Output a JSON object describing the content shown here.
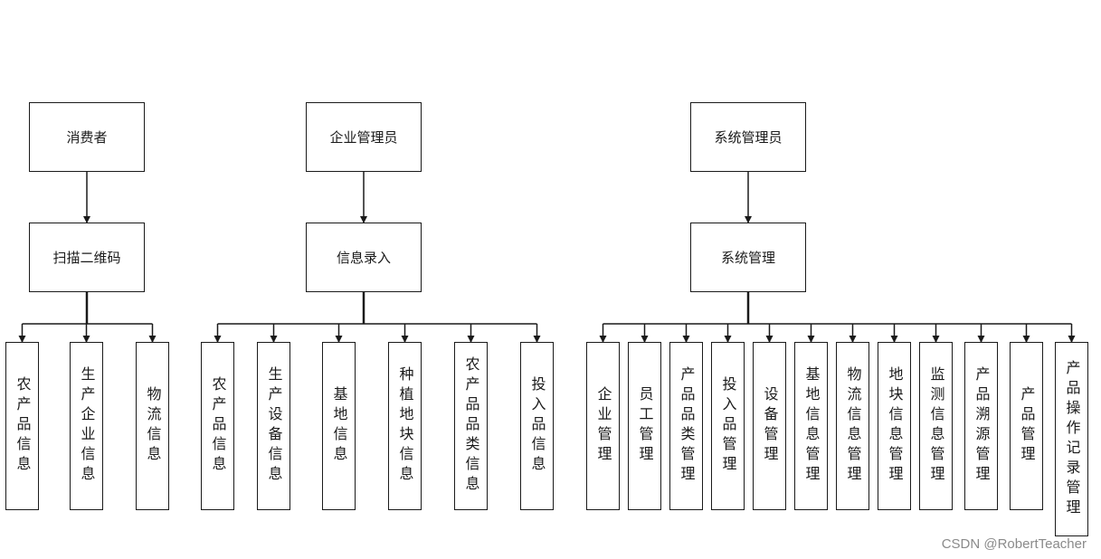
{
  "roots": [
    {
      "role": "消费者",
      "function": "扫描二维码",
      "items": [
        "农产品信息",
        "生产企业信息",
        "物流信息"
      ]
    },
    {
      "role": "企业管理员",
      "function": "信息录入",
      "items": [
        "农产品信息",
        "生产设备信息",
        "基地信息",
        "种植地块信息",
        "农产品品类信息",
        "投入品信息"
      ]
    },
    {
      "role": "系统管理员",
      "function": "系统管理",
      "items": [
        "企业管理",
        "员工管理",
        "产品品类管理",
        "投入品管理",
        "设备管理",
        "基地信息管理",
        "物流信息管理",
        "地块信息管理",
        "监测信息管理",
        "产品溯源管理",
        "产品管理",
        "产品操作记录管理"
      ]
    }
  ],
  "watermark": "CSDN @RobertTeacher"
}
